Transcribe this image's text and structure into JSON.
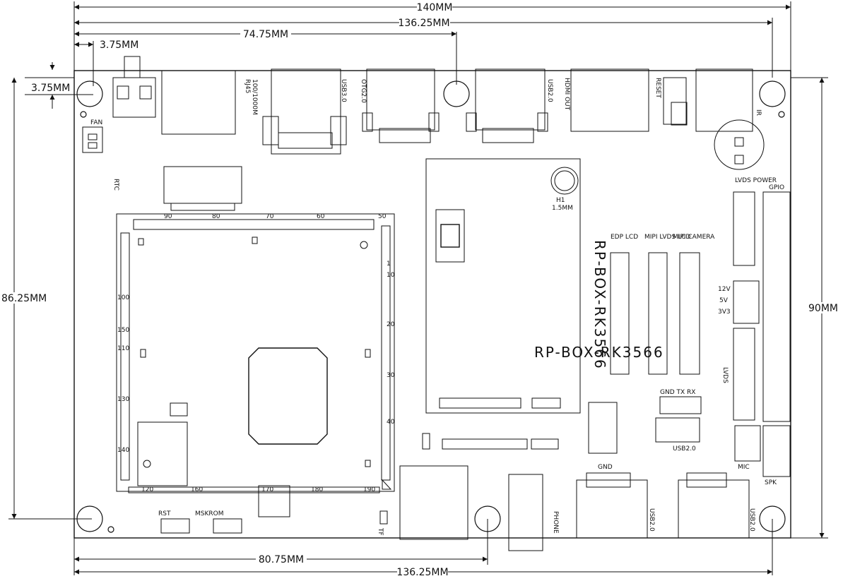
{
  "dimensions": {
    "width_140": "140MM",
    "width_136_top": "136.25MM",
    "hole_74_75": "74.75MM",
    "hole_3_75_x": "3.75MM",
    "hole_3_75_y": "3.75MM",
    "height_86_25": "86.25MM",
    "height_90": "90MM",
    "hole_80_75": "80.75MM",
    "width_136_bottom": "136.25MM"
  },
  "board": {
    "name_vertical": "RP-BOX-RK3566",
    "name_horizontal": "RP-BOX-RK3566",
    "h1_label": "H1",
    "h1_size": "1.5MM"
  },
  "connectors": {
    "fan": "FAN",
    "rtc": "RTC",
    "rj45": "RJ45",
    "rj45_speed": "100/1000M",
    "usb30": "USB3.0",
    "otg20": "OTG2.0",
    "usb20_top": "USB2.0",
    "hdmi": "HDMI OUT",
    "reset": "RESET",
    "ir": "IR",
    "lvds_power": "LVDS POWER",
    "gpio": "GPIO",
    "edp_lcd": "EDP LCD",
    "mipi_lvds_lcd": "MIPI LVDS LCD",
    "mipi_camera": "MIPI CAMERA",
    "pwr_12v": "12V",
    "pwr_5v": "5V",
    "pwr_3v3": "3V3",
    "lvds": "LVDS",
    "uart": "GND TX RX",
    "usb20_header": "USB2.0",
    "mic": "MIC",
    "spk": "SPK",
    "rst": "RST",
    "maskrom": "MSKROM",
    "tf": "TF",
    "phone": "PHONE",
    "usb20_bottom_a": "USB2.0",
    "usb20_bottom_b": "USB2.0",
    "gnd": "GND"
  },
  "pin_numbers": [
    "1",
    "10",
    "20",
    "30",
    "40",
    "50",
    "60",
    "70",
    "80",
    "90",
    "100",
    "110",
    "120",
    "130",
    "140",
    "150",
    "160",
    "170",
    "180",
    "190"
  ]
}
